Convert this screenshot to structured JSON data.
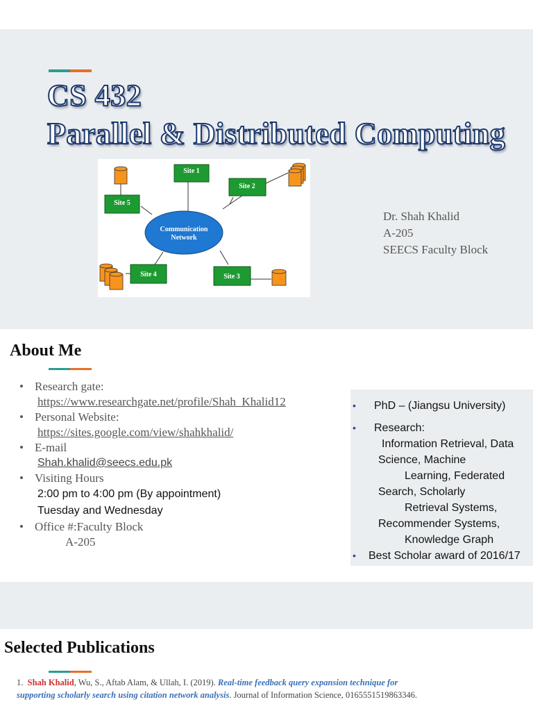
{
  "slide1": {
    "title_line1": "CS 432",
    "title_line2": "Parallel & Distributed Computing",
    "diagram": {
      "center": "Communication Network",
      "sites": [
        "Site 1",
        "Site 2",
        "Site 3",
        "Site 4",
        "Site 5"
      ]
    },
    "instructor": {
      "name": "Dr. Shah Khalid",
      "room": "A-205",
      "block": "SEECS Faculty Block"
    }
  },
  "about": {
    "title": "About Me",
    "research_gate_label": "Research gate:",
    "research_gate_url": "https://www.researchgate.net/profile/Shah_Khalid12",
    "website_label": "Personal Website:",
    "website_url": "https://sites.google.com/view/shahkhalid/",
    "email_label": "E-mail",
    "email": "Shah.khalid@seecs.edu.pk",
    "hours_label": "Visiting Hours",
    "hours_time": "2:00 pm to 4:00 pm (By appointment)",
    "hours_days": "Tuesday  and Wednesday",
    "office_label": "Office #:Faculty Block",
    "office_room": "A-205",
    "right": {
      "phd": "PhD – (Jiangsu University)",
      "research_label": "Research:",
      "research_lines": [
        "Information Retrieval, Data",
        "Science, Machine",
        "Learning, Federated",
        "Search, Scholarly",
        "Retrieval Systems,",
        "Recommender Systems,",
        "Knowledge Graph"
      ],
      "award": "Best Scholar award of 2016/17"
    }
  },
  "publications": {
    "title": "Selected Publications",
    "items": [
      {
        "num": "1.",
        "author": "Shah Khalid",
        "rest_authors": ", Wu, S., Aftab Alam, & Ullah, I. (2019). ",
        "title": "Real-time feedback query expansion technique for supporting scholarly search using citation network analysis",
        "journal": ". Journal of Information Science, 0165551519863346."
      }
    ]
  }
}
